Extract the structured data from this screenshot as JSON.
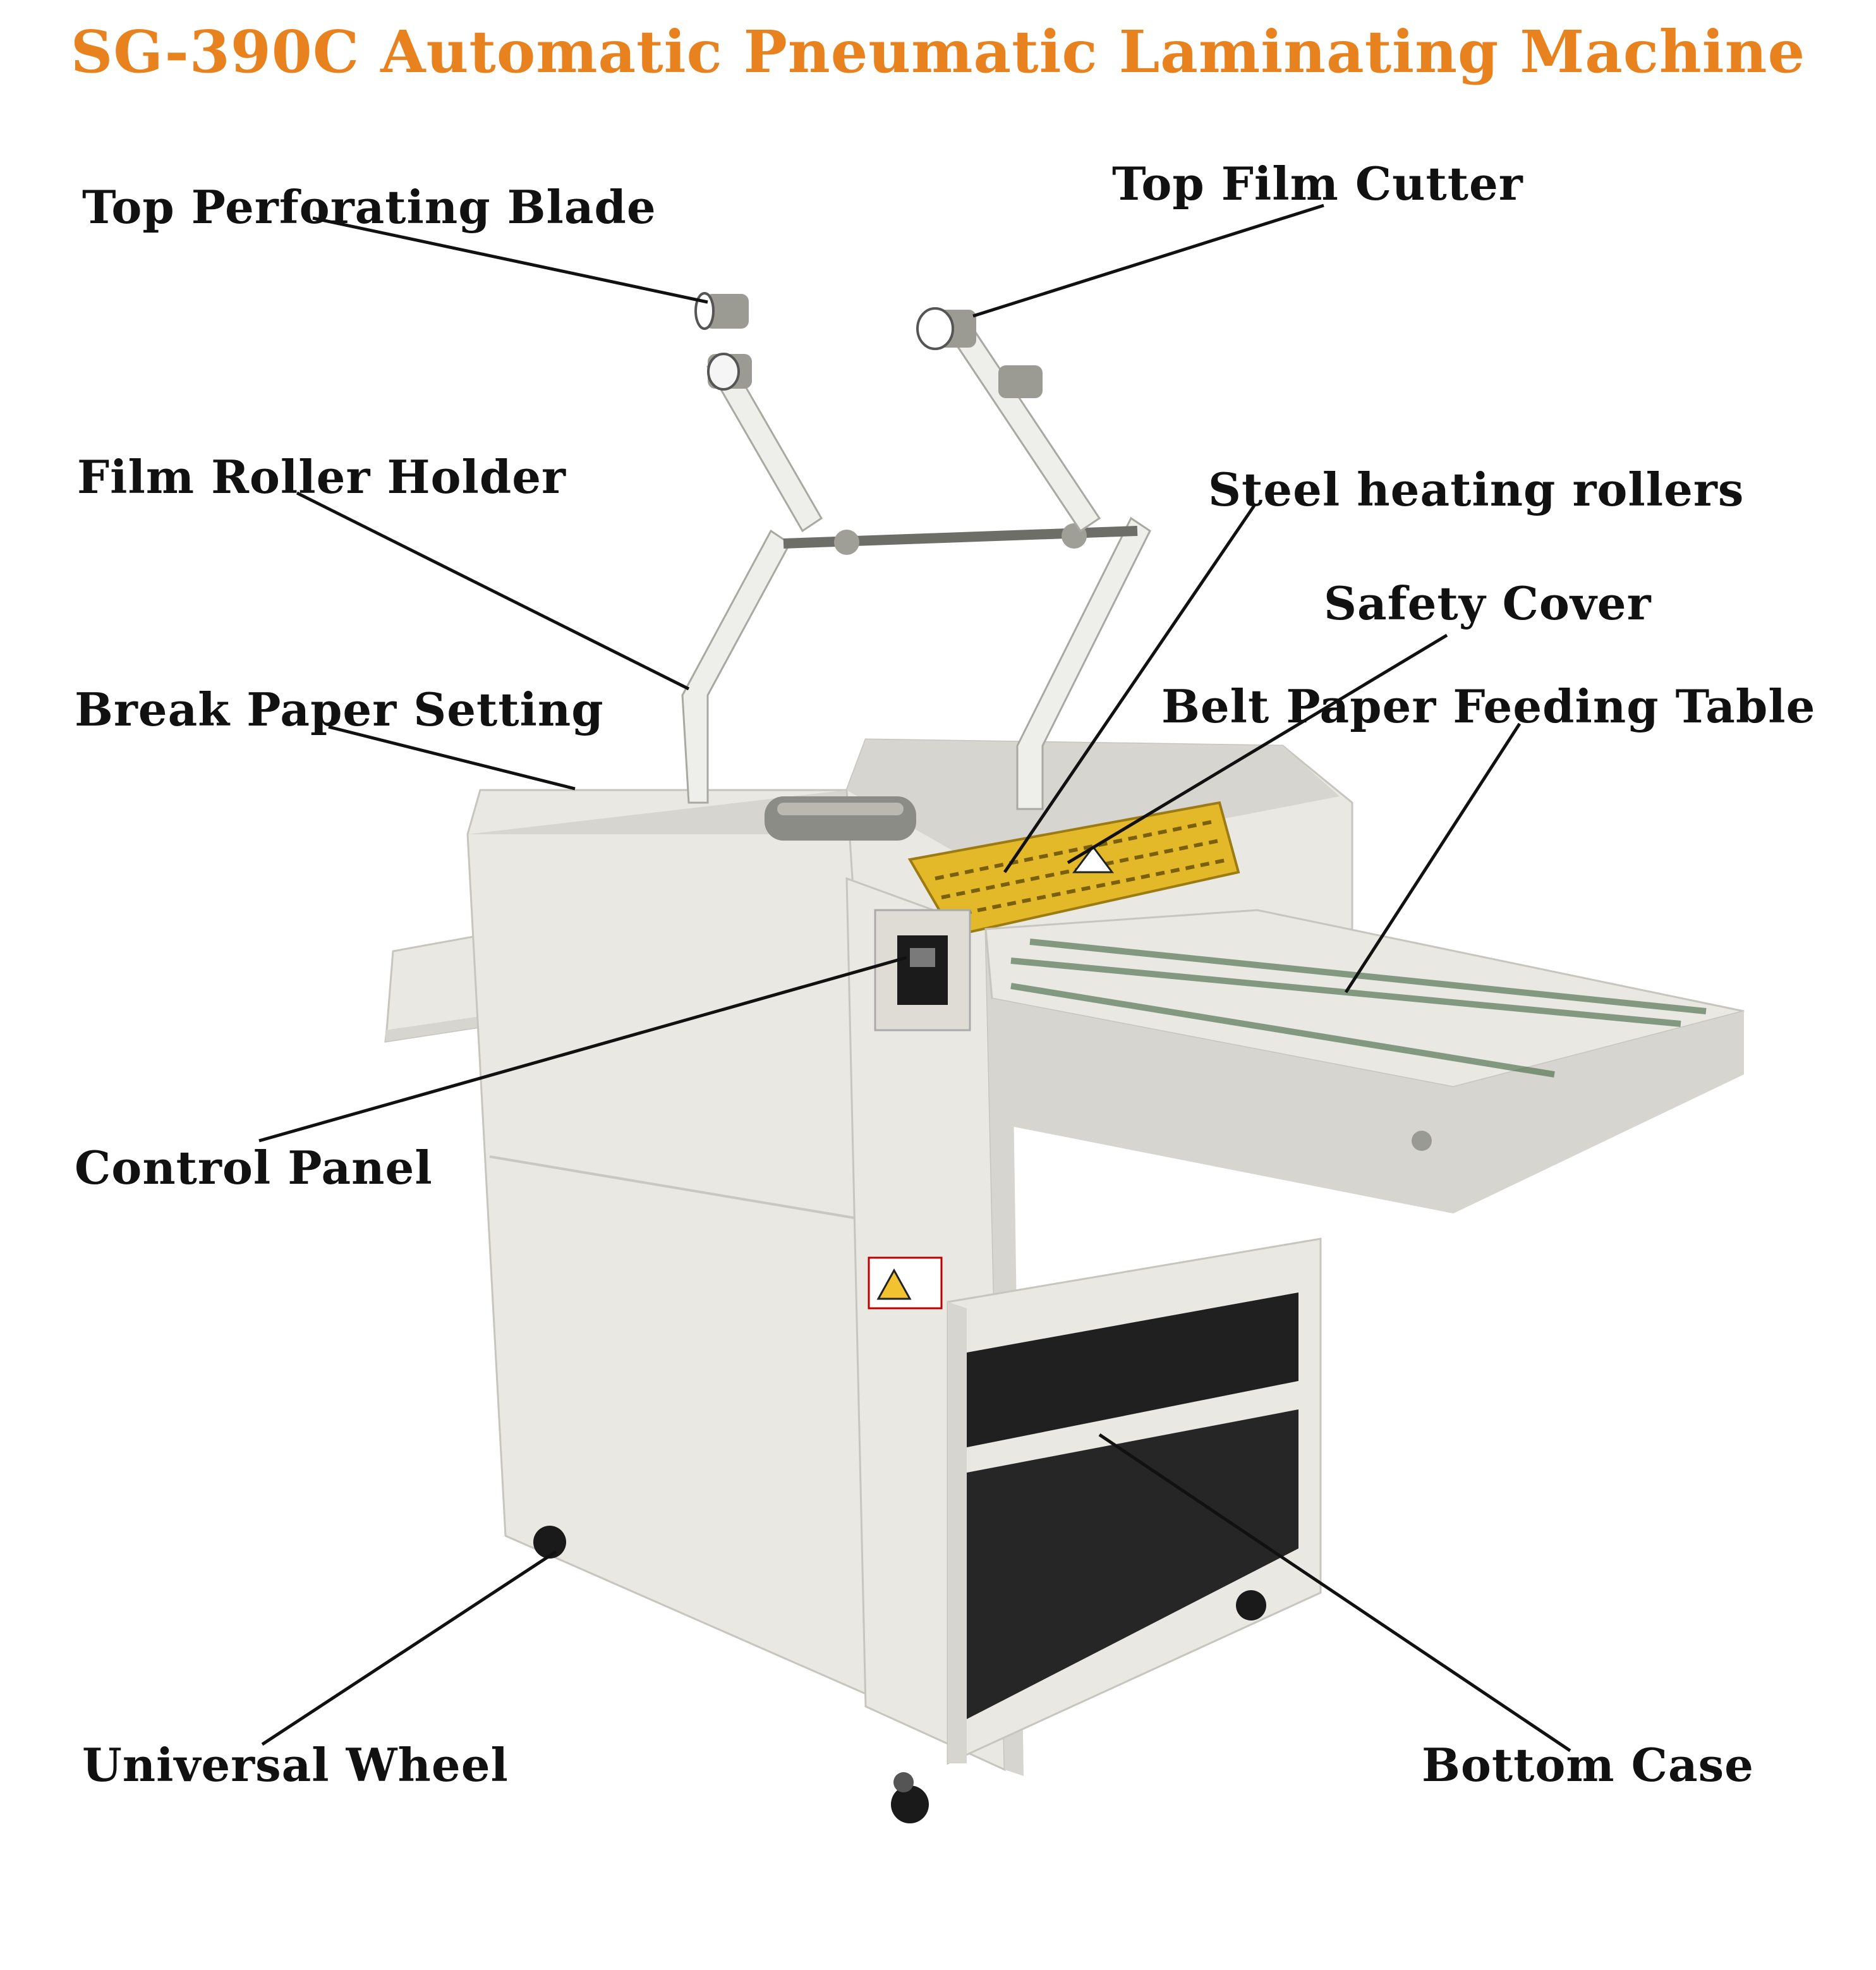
{
  "title": "SG-390C Automatic Pneumatic Laminating Machine",
  "colors": {
    "title": "#e8821e",
    "label": "#111111",
    "leader": "#111111",
    "body": "#e9e8e2",
    "body_shade": "#d6d5cf",
    "frame_dark": "#2b2b2b",
    "cover": "#e3b92a",
    "arm": "#eeeeea"
  },
  "labels": {
    "top_perforating_blade": "Top Perforating Blade",
    "top_film_cutter": "Top Film Cutter",
    "film_roller_holder": "Film Roller Holder",
    "steel_heating_rollers": "Steel heating rollers",
    "safety_cover": "Safety Cover",
    "break_paper_setting": "Break Paper Setting",
    "belt_paper_feeding_table": "Belt Paper Feeding Table",
    "control_panel": "Control Panel",
    "universal_wheel": "Universal Wheel",
    "bottom_case": "Bottom Case"
  }
}
